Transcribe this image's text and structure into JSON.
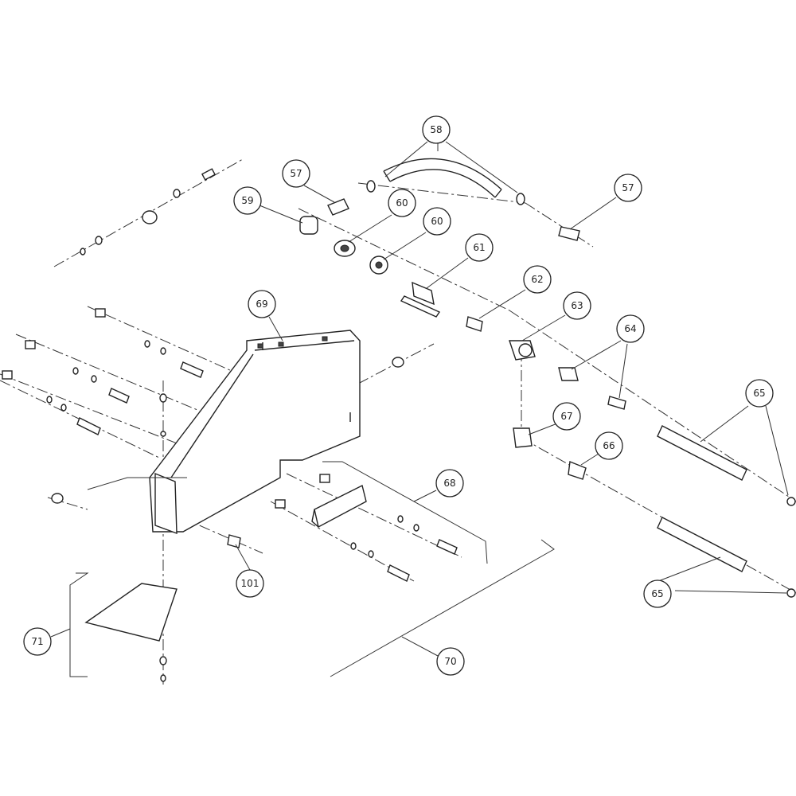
{
  "callouts": [
    {
      "id": "58",
      "label": "58"
    },
    {
      "id": "57a",
      "label": "57"
    },
    {
      "id": "57b",
      "label": "57"
    },
    {
      "id": "59",
      "label": "59"
    },
    {
      "id": "60a",
      "label": "60"
    },
    {
      "id": "60b",
      "label": "60"
    },
    {
      "id": "61",
      "label": "61"
    },
    {
      "id": "62",
      "label": "62"
    },
    {
      "id": "63",
      "label": "63"
    },
    {
      "id": "64",
      "label": "64"
    },
    {
      "id": "65a",
      "label": "65"
    },
    {
      "id": "65b",
      "label": "65"
    },
    {
      "id": "66",
      "label": "66"
    },
    {
      "id": "67",
      "label": "67"
    },
    {
      "id": "68",
      "label": "68"
    },
    {
      "id": "69",
      "label": "69"
    },
    {
      "id": "70",
      "label": "70"
    },
    {
      "id": "71",
      "label": "71"
    },
    {
      "id": "101",
      "label": "101"
    }
  ]
}
